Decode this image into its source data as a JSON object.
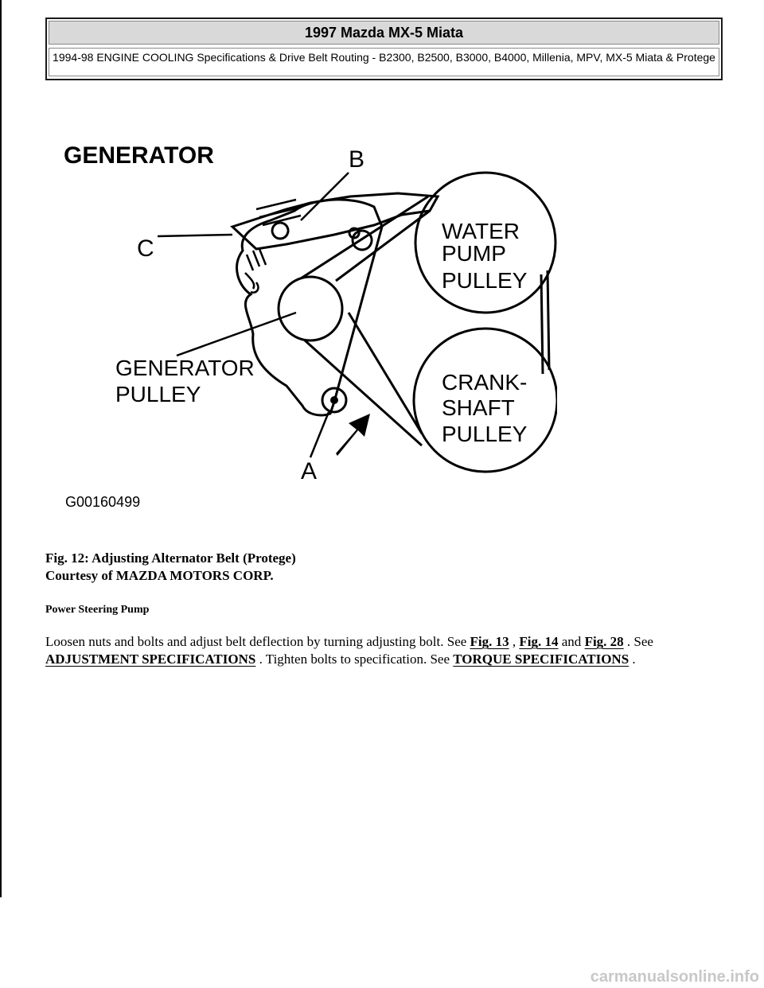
{
  "header": {
    "title": "1997 Mazda MX-5 Miata",
    "subtitle": "1994-98 ENGINE COOLING Specifications & Drive Belt Routing - B2300, B2500, B3000, B4000, Millenia, MPV, MX-5 Miata & Protege"
  },
  "figure": {
    "heading": "GENERATOR",
    "label_b": "B",
    "label_c": "C",
    "label_a": "A",
    "water_pump_lines": [
      "WATER",
      "PUMP",
      "PULLEY"
    ],
    "crankshaft_lines": [
      "CRANK-",
      "SHAFT",
      "PULLEY"
    ],
    "generator_pulley_lines": [
      "GENERATOR",
      "PULLEY"
    ],
    "code": "G00160499"
  },
  "caption": {
    "line1": "Fig. 12: Adjusting Alternator Belt (Protege)",
    "line2": "Courtesy of MAZDA MOTORS CORP."
  },
  "section": {
    "title": "Power Steering Pump",
    "text_1": "Loosen nuts and bolts and adjust belt deflection by turning adjusting bolt. See ",
    "link_fig13": "Fig. 13",
    "text_2": " , ",
    "link_fig14": "Fig. 14",
    "text_3": " and ",
    "link_fig28": "Fig. 28",
    "text_4": " . See ",
    "link_adjust": "ADJUSTMENT SPECIFICATIONS",
    "text_5": " . Tighten bolts to specification. See ",
    "link_torque": "TORQUE SPECIFICATIONS",
    "text_6": " ."
  },
  "watermark": "carmanualsonline.info"
}
